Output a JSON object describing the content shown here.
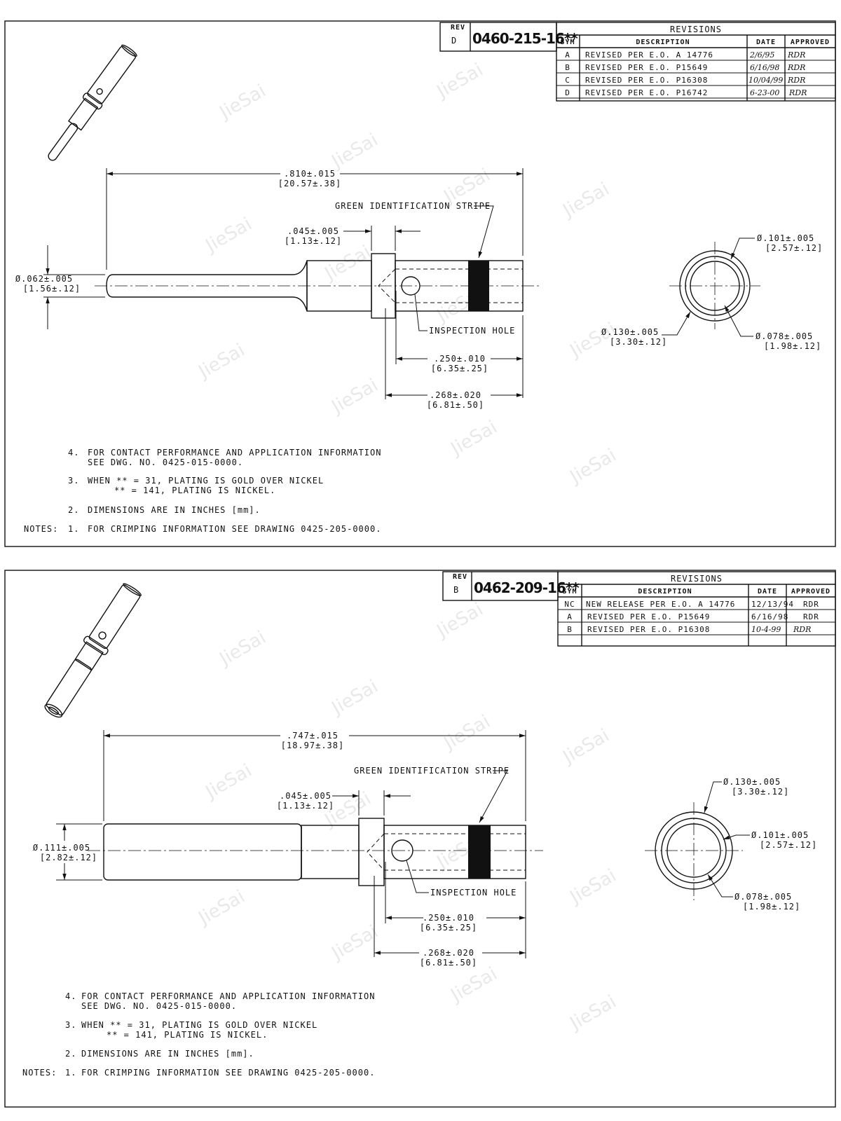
{
  "watermark": "JieSai",
  "drawings": [
    {
      "rev_label": "REV",
      "rev": "D",
      "part_number": "0460-215-16**",
      "revisions_title": "REVISIONS",
      "columns": [
        "SYM",
        "DESCRIPTION",
        "DATE",
        "APPROVED"
      ],
      "revisions": [
        {
          "sym": "A",
          "description": "REVISED PER E.O. A 14776",
          "date": "2/6/95",
          "approved": "RDR"
        },
        {
          "sym": "B",
          "description": "REVISED PER E.O. P15649",
          "date": "6/16/98",
          "approved": "RDR"
        },
        {
          "sym": "C",
          "description": "REVISED PER E.O. P16308",
          "date": "10/04/99",
          "approved": "RDR"
        },
        {
          "sym": "D",
          "description": "REVISED PER E.O. P16742",
          "date": "6-23-00",
          "approved": "RDR"
        }
      ],
      "dims": {
        "overall": ".810±.015",
        "overall_mm": "[20.57±.38]",
        "collar": ".045±.005",
        "collar_mm": "[1.13±.12]",
        "pin_dia": "Ø.062±.005",
        "pin_dia_mm": "[1.56±.12]",
        "hole_pos": ".250±.010",
        "hole_pos_mm": "[6.35±.25]",
        "barrel": ".268±.020",
        "barrel_mm": "[6.81±.50]",
        "od": "Ø.130±.005",
        "od_mm": "[3.30±.12]",
        "mid": "Ø.101±.005",
        "mid_mm": "[2.57±.12]",
        "id": "Ø.078±.005",
        "id_mm": "[1.98±.12]"
      },
      "labels": {
        "stripe": "GREEN IDENTIFICATION STRIPE",
        "hole": "INSPECTION HOLE"
      },
      "notes_label": "NOTES:",
      "notes": [
        {
          "num": "4.",
          "l1": "FOR CONTACT PERFORMANCE AND APPLICATION INFORMATION",
          "l2": "SEE DWG. NO. 0425-015-0000."
        },
        {
          "num": "3.",
          "l1": "WHEN ** = 31, PLATING IS GOLD OVER NICKEL",
          "l2": "** = 141, PLATING IS NICKEL."
        },
        {
          "num": "2.",
          "l1": "DIMENSIONS ARE IN INCHES [mm].",
          "l2": ""
        },
        {
          "num": "1.",
          "l1": "FOR CRIMPING INFORMATION SEE DRAWING 0425-205-0000.",
          "l2": ""
        }
      ]
    },
    {
      "rev_label": "REV",
      "rev": "B",
      "part_number": "0462-209-16**",
      "revisions_title": "REVISIONS",
      "columns": [
        "SYM",
        "DESCRIPTION",
        "DATE",
        "APPROVED"
      ],
      "revisions": [
        {
          "sym": "NC",
          "description": "NEW RELEASE PER E.O. A 14776",
          "date": "12/13/94",
          "approved": "RDR"
        },
        {
          "sym": "A",
          "description": "REVISED PER E.O. P15649",
          "date": "6/16/98",
          "approved": "RDR"
        },
        {
          "sym": "B",
          "description": "REVISED PER E.O. P16308",
          "date": "10-4-99",
          "approved": "RDR"
        }
      ],
      "dims": {
        "overall": ".747±.015",
        "overall_mm": "[18.97±.38]",
        "collar": ".045±.005",
        "collar_mm": "[1.13±.12]",
        "pin_dia": "Ø.111±.005",
        "pin_dia_mm": "[2.82±.12]",
        "hole_pos": ".250±.010",
        "hole_pos_mm": "[6.35±.25]",
        "barrel": ".268±.020",
        "barrel_mm": "[6.81±.50]",
        "od": "Ø.130±.005",
        "od_mm": "[3.30±.12]",
        "mid": "Ø.101±.005",
        "mid_mm": "[2.57±.12]",
        "id": "Ø.078±.005",
        "id_mm": "[1.98±.12]"
      },
      "labels": {
        "stripe": "GREEN IDENTIFICATION STRIPE",
        "hole": "INSPECTION HOLE"
      },
      "notes_label": "NOTES:",
      "notes": [
        {
          "num": "4.",
          "l1": "FOR CONTACT PERFORMANCE AND APPLICATION INFORMATION",
          "l2": "SEE DWG. NO. 0425-015-0000."
        },
        {
          "num": "3.",
          "l1": "WHEN ** = 31, PLATING IS GOLD OVER NICKEL",
          "l2": "** = 141, PLATING IS NICKEL."
        },
        {
          "num": "2.",
          "l1": "DIMENSIONS ARE IN INCHES [mm].",
          "l2": ""
        },
        {
          "num": "1.",
          "l1": "FOR CRIMPING INFORMATION SEE DRAWING 0425-205-0000.",
          "l2": ""
        }
      ]
    }
  ]
}
